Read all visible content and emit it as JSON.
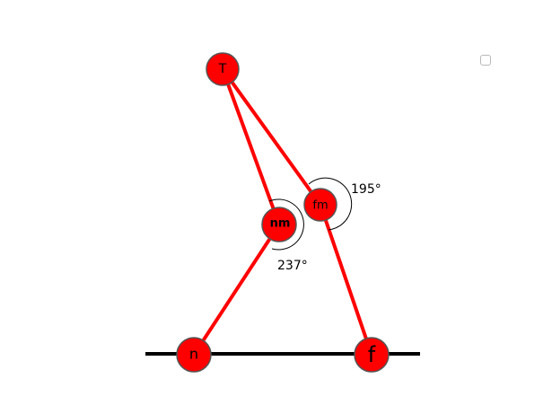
{
  "colors": {
    "node_fill": "#ff0000",
    "node_stroke": "#555555",
    "edge": "#ff0000",
    "ground_line": "#000000",
    "angle_arc": "#000000"
  },
  "nodes": {
    "T": {
      "label": "T"
    },
    "nm": {
      "label": "nm"
    },
    "fm": {
      "label": "fm"
    },
    "n": {
      "label": "n"
    },
    "f": {
      "label": "f"
    }
  },
  "angles": {
    "nm": {
      "label": "237°",
      "value_deg": 237
    },
    "fm": {
      "label": "195°",
      "value_deg": 195
    }
  },
  "edges": [
    [
      "T",
      "nm"
    ],
    [
      "nm",
      "n"
    ],
    [
      "T",
      "fm"
    ],
    [
      "fm",
      "f"
    ]
  ],
  "checkbox": {
    "checked": false
  }
}
